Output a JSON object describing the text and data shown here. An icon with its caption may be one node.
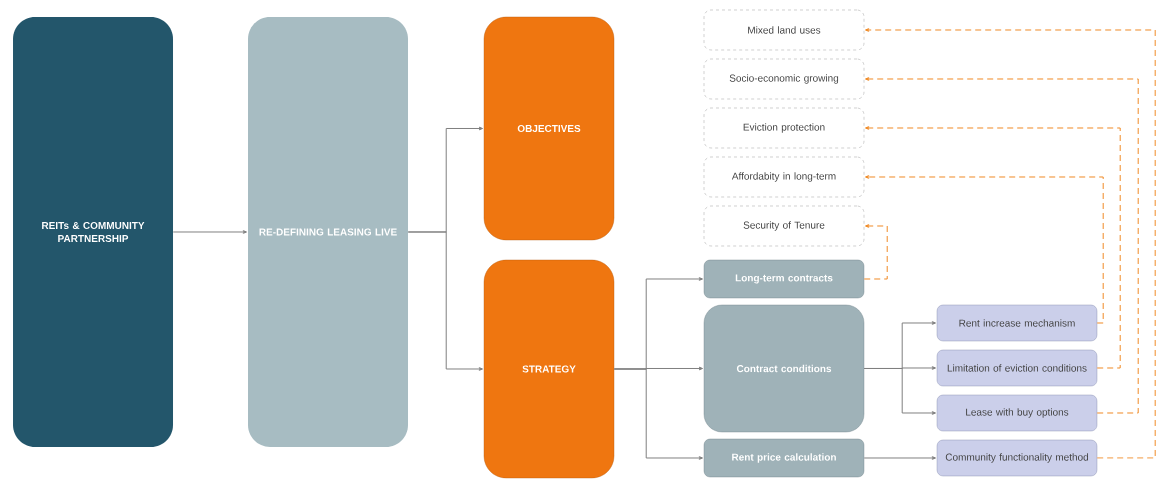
{
  "diagram": {
    "nodes": [
      {
        "text": [
          "REITs & COMMUNITY PARTNERSHIP"
        ]
      },
      {
        "text": [
          "RE-DEFINING LEASING LIVE"
        ]
      },
      {
        "text": [
          "OBJECTIVES"
        ]
      },
      {
        "text": [
          "STRATEGY"
        ]
      },
      {
        "text": [
          "Mixed land uses"
        ]
      },
      {
        "text": [
          "Socio-economic growing"
        ]
      },
      {
        "text": [
          "Eviction protection"
        ]
      },
      {
        "text": [
          "Affordabity in long-term"
        ]
      },
      {
        "text": [
          "Security of Tenure"
        ]
      },
      {
        "text": [
          "Long-term contracts"
        ]
      },
      {
        "text": [
          "Contract conditions"
        ]
      },
      {
        "text": [
          "Rent price calculation"
        ]
      },
      {
        "text": [
          "Rent increase mechanism"
        ]
      },
      {
        "text": [
          "Limitation of eviction conditions"
        ]
      },
      {
        "text": [
          "Lease with buy options"
        ]
      },
      {
        "text": [
          "Community functionality method"
        ]
      }
    ],
    "edges": [
      {
        "from": 0,
        "to": 1,
        "arrow": "to"
      },
      {
        "from": 1,
        "to": 2,
        "arrow": "to"
      },
      {
        "from": 1,
        "to": 3,
        "arrow": "to"
      },
      {
        "from": 3,
        "to": 9,
        "arrow": "to"
      },
      {
        "from": 3,
        "to": 10,
        "arrow": "to"
      },
      {
        "from": 3,
        "to": 11,
        "arrow": "to"
      },
      {
        "from": 10,
        "to": 12,
        "arrow": "to"
      },
      {
        "from": 10,
        "to": 13,
        "arrow": "to"
      },
      {
        "from": 10,
        "to": 14,
        "arrow": "to"
      },
      {
        "from": 11,
        "to": 15,
        "arrow": "to"
      },
      {
        "from": 9,
        "to": 8,
        "arrow": "to",
        "style": "dashed",
        "color": "#f08a24"
      },
      {
        "from": 12,
        "to": 7,
        "arrow": "to",
        "style": "dashed",
        "color": "#f08a24"
      },
      {
        "from": 13,
        "to": 6,
        "arrow": "to",
        "style": "dashed",
        "color": "#f08a24"
      },
      {
        "from": 14,
        "to": 5,
        "arrow": "to",
        "style": "dashed",
        "color": "#f08a24"
      },
      {
        "from": 15,
        "to": 4,
        "arrow": "to",
        "style": "dashed",
        "color": "#f08a24"
      }
    ]
  }
}
